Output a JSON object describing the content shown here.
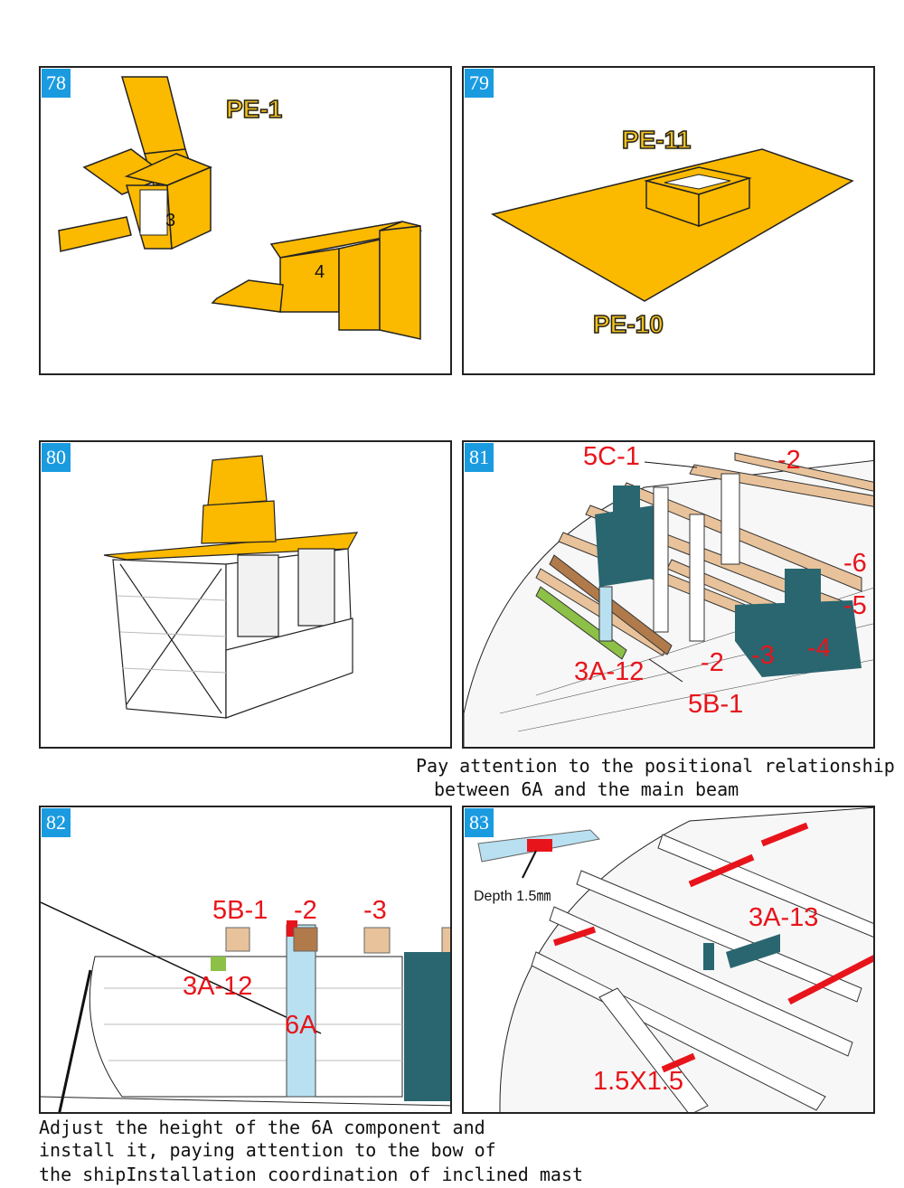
{
  "panels": [
    {
      "number": "78",
      "labels": {
        "pe1": "PE-1",
        "part3": "3",
        "part4": "4"
      }
    },
    {
      "number": "79",
      "labels": {
        "pe11": "PE-11",
        "pe10": "PE-10"
      }
    },
    {
      "number": "80"
    },
    {
      "number": "81",
      "labels": {
        "l5c1": "5C-1",
        "m2a": "-2",
        "m6": "-6",
        "m5": "-5",
        "m4": "-4",
        "m3": "-3",
        "m2b": "-2",
        "l3a12": "3A-12",
        "l5b1": "5B-1"
      }
    },
    {
      "number": "82",
      "labels": {
        "l5b1": "5B-1",
        "m2": "-2",
        "m3": "-3",
        "l3a12": "3A-12",
        "l6a": "6A"
      }
    },
    {
      "number": "83",
      "labels": {
        "depth": "Depth 1.5㎜",
        "l3a13": "3A-13",
        "size": "1.5X1.5"
      }
    }
  ],
  "captions": {
    "c81_line1": "Pay attention to the positional relationship",
    "c81_line2": "between 6A and the main beam",
    "c82_line1": "Adjust the height of the 6A component and",
    "c82_line2": "install it, paying attention to the bow of",
    "c82_line3": "the shipInstallation coordination of inclined mast"
  },
  "colors": {
    "yellow": "#fbb900",
    "badge": "#1a9be0",
    "label_red": "#e8141b",
    "teal": "#2a6670",
    "wood": "#e8c29a"
  }
}
